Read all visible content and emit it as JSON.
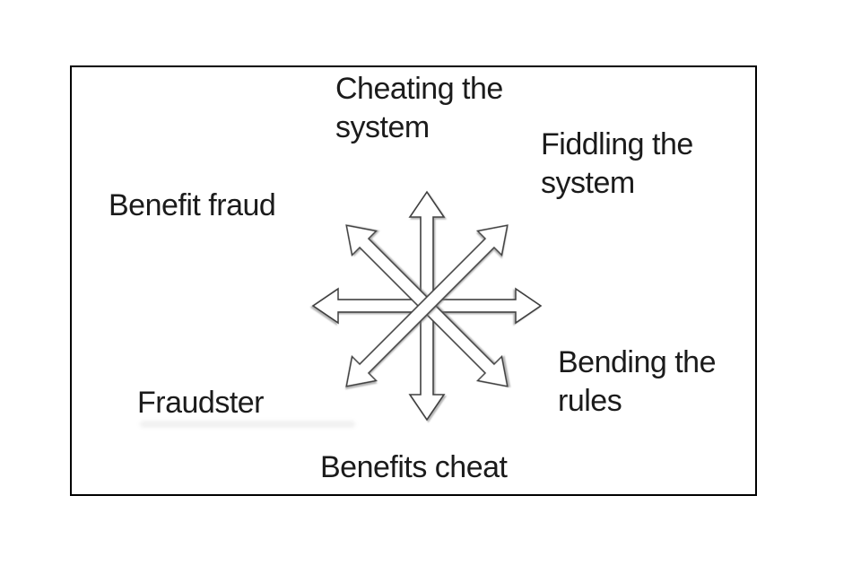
{
  "page": {
    "background": "#ffffff",
    "frame_border_color": "#000000",
    "text_color": "#1b1b1b"
  },
  "labels": {
    "cheating_the_system": "Cheating the\nsystem",
    "fiddling_the_system": "Fiddling the\nsystem",
    "benefit_fraud": "Benefit fraud",
    "bending_the_rules": "Bending the\nrules",
    "fraudster": "Fraudster",
    "benefits_cheat": "Benefits cheat"
  },
  "arrow_star": {
    "icon": "eight-direction-arrow-star",
    "directions": [
      "up",
      "up-right",
      "right",
      "down-right",
      "down",
      "down-left",
      "left",
      "up-left"
    ],
    "fill": "#ffffff",
    "stroke": "#3f3f3f"
  }
}
